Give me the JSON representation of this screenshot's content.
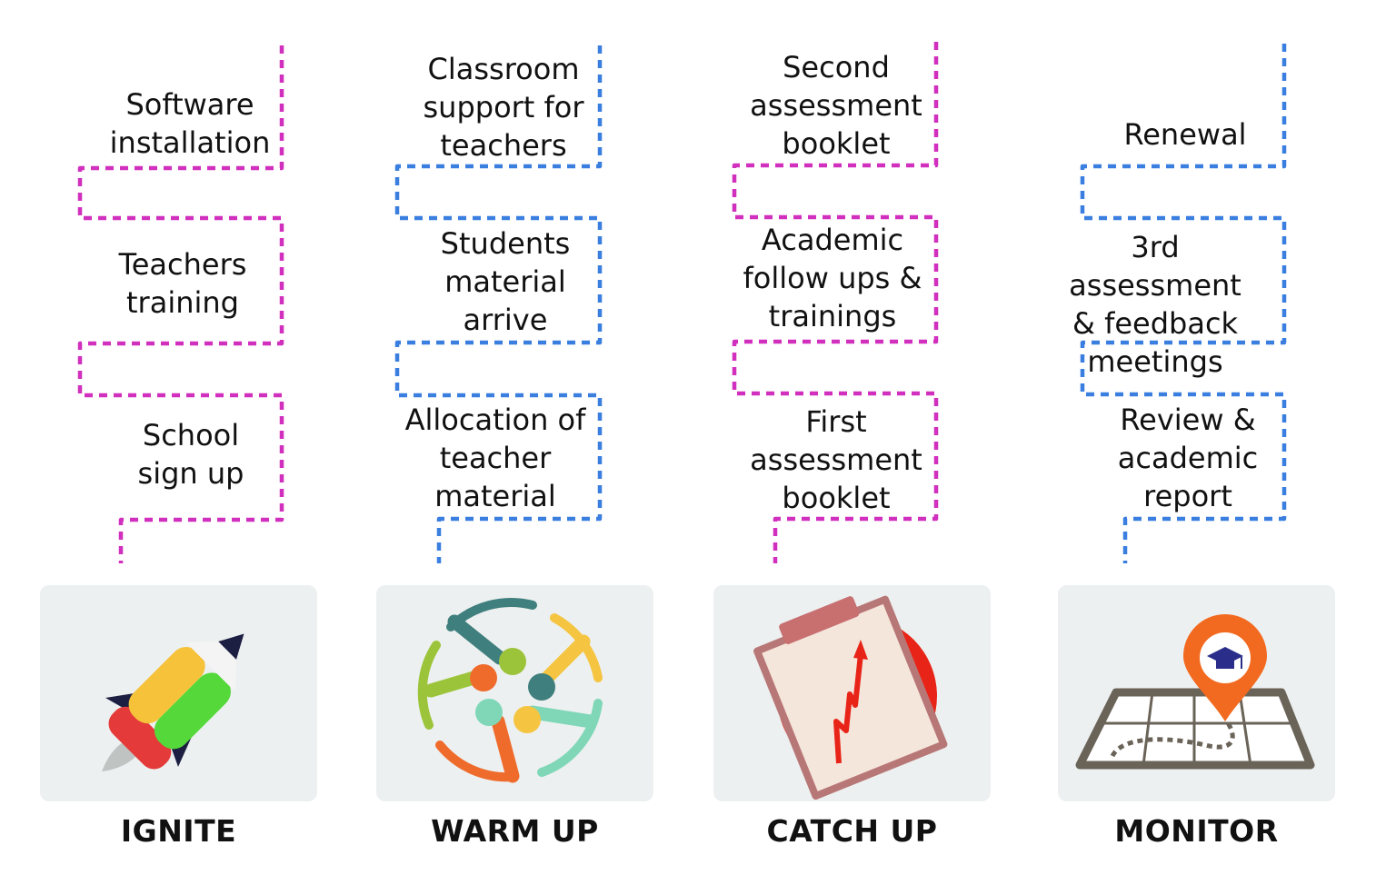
{
  "colors": {
    "magenta": "#d12fbd",
    "blue": "#3a7fe0",
    "card_bg": "#edf0f0"
  },
  "phases": [
    {
      "name": "IGNITE",
      "icon": "rocket-pencil-icon",
      "line_color": "#d12fbd",
      "steps": [
        "Software\ninstallation",
        "Teachers\ntraining",
        "School\nsign up"
      ]
    },
    {
      "name": "WARM UP",
      "icon": "joined-hands-circle-icon",
      "line_color": "#3a7fe0",
      "steps": [
        "Classroom\nsupport for\nteachers",
        "Students\nmaterial\narrive",
        "Allocation of\nteacher\nmaterial"
      ]
    },
    {
      "name": "CATCH UP",
      "icon": "clipboard-growth-chart-icon",
      "line_color": "#d12fbd",
      "steps": [
        "Second\nassessment\nbooklet",
        "Academic\nfollow ups &\ntrainings",
        "First\nassessment\nbooklet"
      ]
    },
    {
      "name": "MONITOR",
      "icon": "map-location-pin-icon",
      "line_color": "#3a7fe0",
      "steps": [
        "Renewal",
        "3rd assessment\n& feedback\nmeetings",
        "Review &\nacademic\nreport"
      ]
    }
  ]
}
